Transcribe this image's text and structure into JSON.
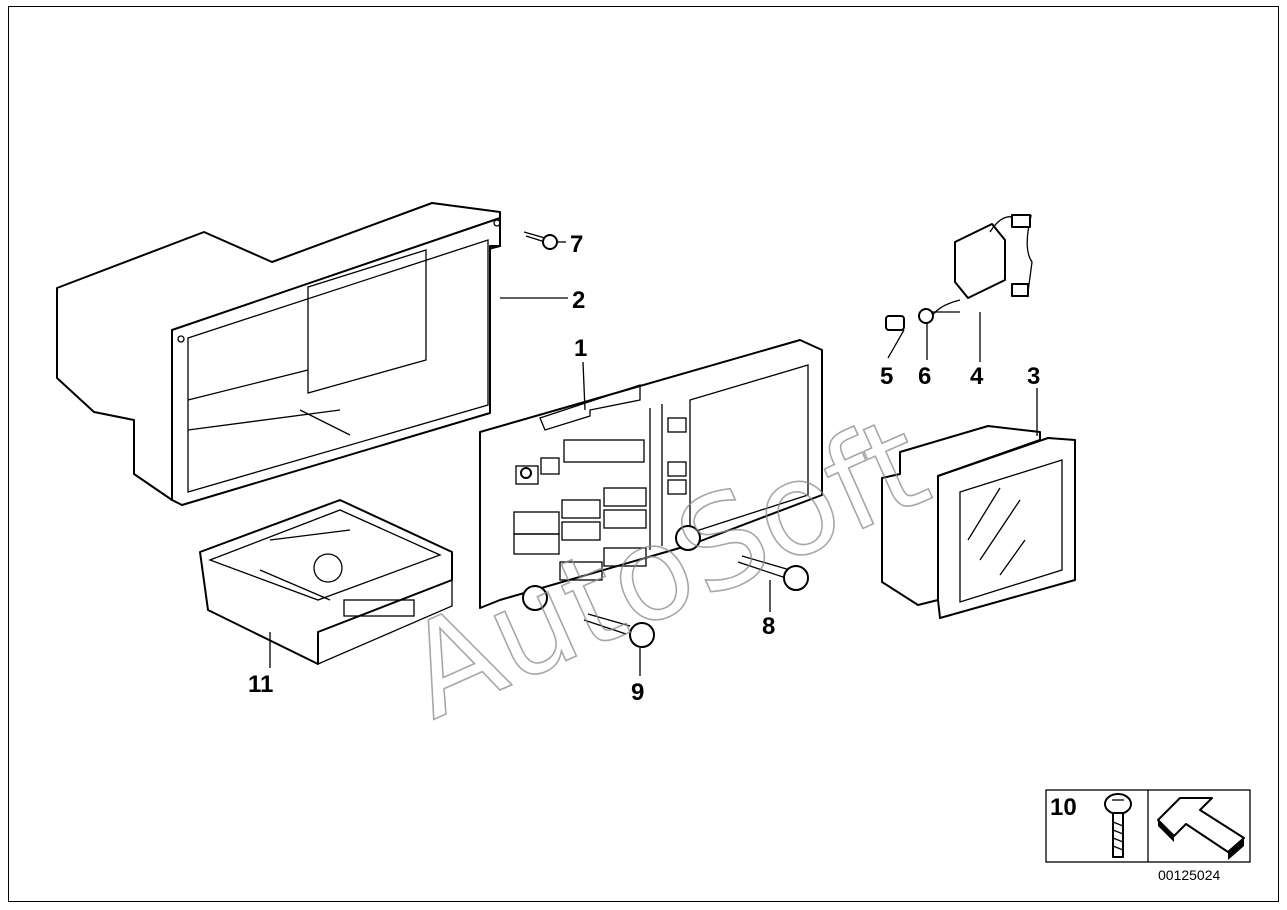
{
  "diagram": {
    "callouts": {
      "c1": "1",
      "c2": "2",
      "c3": "3",
      "c4": "4",
      "c5": "5",
      "c6": "6",
      "c7": "7",
      "c8": "8",
      "c9": "9",
      "c11": "11"
    },
    "watermark": "AutoSoft",
    "legend": {
      "number": "10",
      "code": "00125024"
    }
  }
}
